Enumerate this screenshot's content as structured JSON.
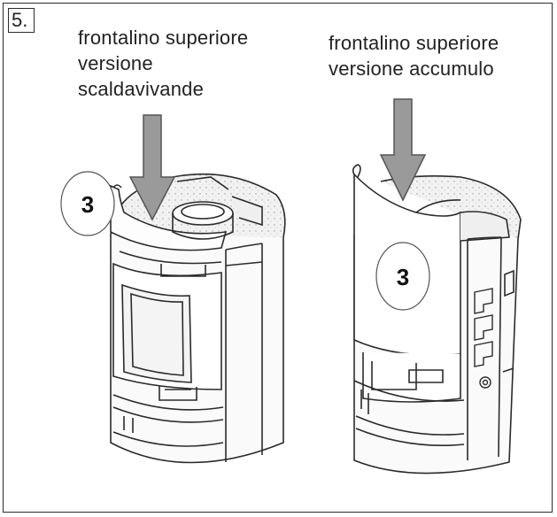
{
  "step": {
    "number": "5."
  },
  "captions": {
    "left": [
      "frontalino superiore",
      "versione",
      "scaldavivande"
    ],
    "right": [
      "frontalino superiore",
      "versione accumulo"
    ]
  },
  "callouts": {
    "left": "3",
    "right": "3"
  },
  "colors": {
    "line": "#2b2b2b",
    "arrow": "#9a9a9a",
    "arrow_stroke": "#555555",
    "stone": "#ececec"
  }
}
